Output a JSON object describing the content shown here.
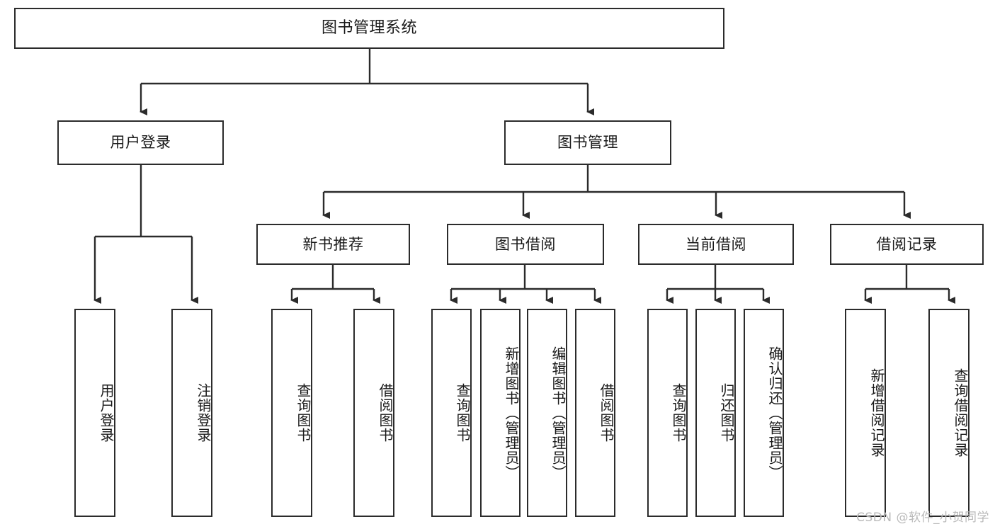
{
  "diagram": {
    "title": "图书管理系统",
    "type": "hierarchy-tree",
    "colors": {
      "stroke": "#2b2b2b",
      "fill": "#ffffff",
      "text": "#1a1a1a",
      "watermark": "#b9b9b9"
    },
    "levels": {
      "root": "图书管理系统",
      "level2": [
        "用户登录",
        "图书管理"
      ],
      "level3": [
        "新书推荐",
        "图书借阅",
        "当前借阅",
        "借阅记录"
      ]
    },
    "nodes": {
      "root": {
        "label": "图书管理系统"
      },
      "user_login": {
        "label": "用户登录"
      },
      "book_manage": {
        "label": "图书管理"
      },
      "new_book_rec": {
        "label": "新书推荐"
      },
      "book_borrow": {
        "label": "图书借阅"
      },
      "current_borrow": {
        "label": "当前借阅"
      },
      "borrow_record": {
        "label": "借阅记录"
      },
      "leaf_user_login": {
        "label": "用户登录"
      },
      "leaf_logout": {
        "label": "注销登录"
      },
      "leaf_query_book_a": {
        "label": "查询图书"
      },
      "leaf_borrow_book_a": {
        "label": "借阅图书"
      },
      "leaf_query_book_b": {
        "label": "查询图书"
      },
      "leaf_add_book": {
        "label": "新增图书（管理员）"
      },
      "leaf_edit_book": {
        "label": "编辑图书（管理员）"
      },
      "leaf_borrow_book_b": {
        "label": "借阅图书"
      },
      "leaf_query_book_c": {
        "label": "查询图书"
      },
      "leaf_return_book": {
        "label": "归还图书"
      },
      "leaf_confirm_return": {
        "label": "确认归还（管理员）"
      },
      "leaf_add_record": {
        "label": "新增借阅记录"
      },
      "leaf_query_record": {
        "label": "查询借阅记录"
      }
    },
    "watermark": "CSDN @软件_小贺同学"
  }
}
